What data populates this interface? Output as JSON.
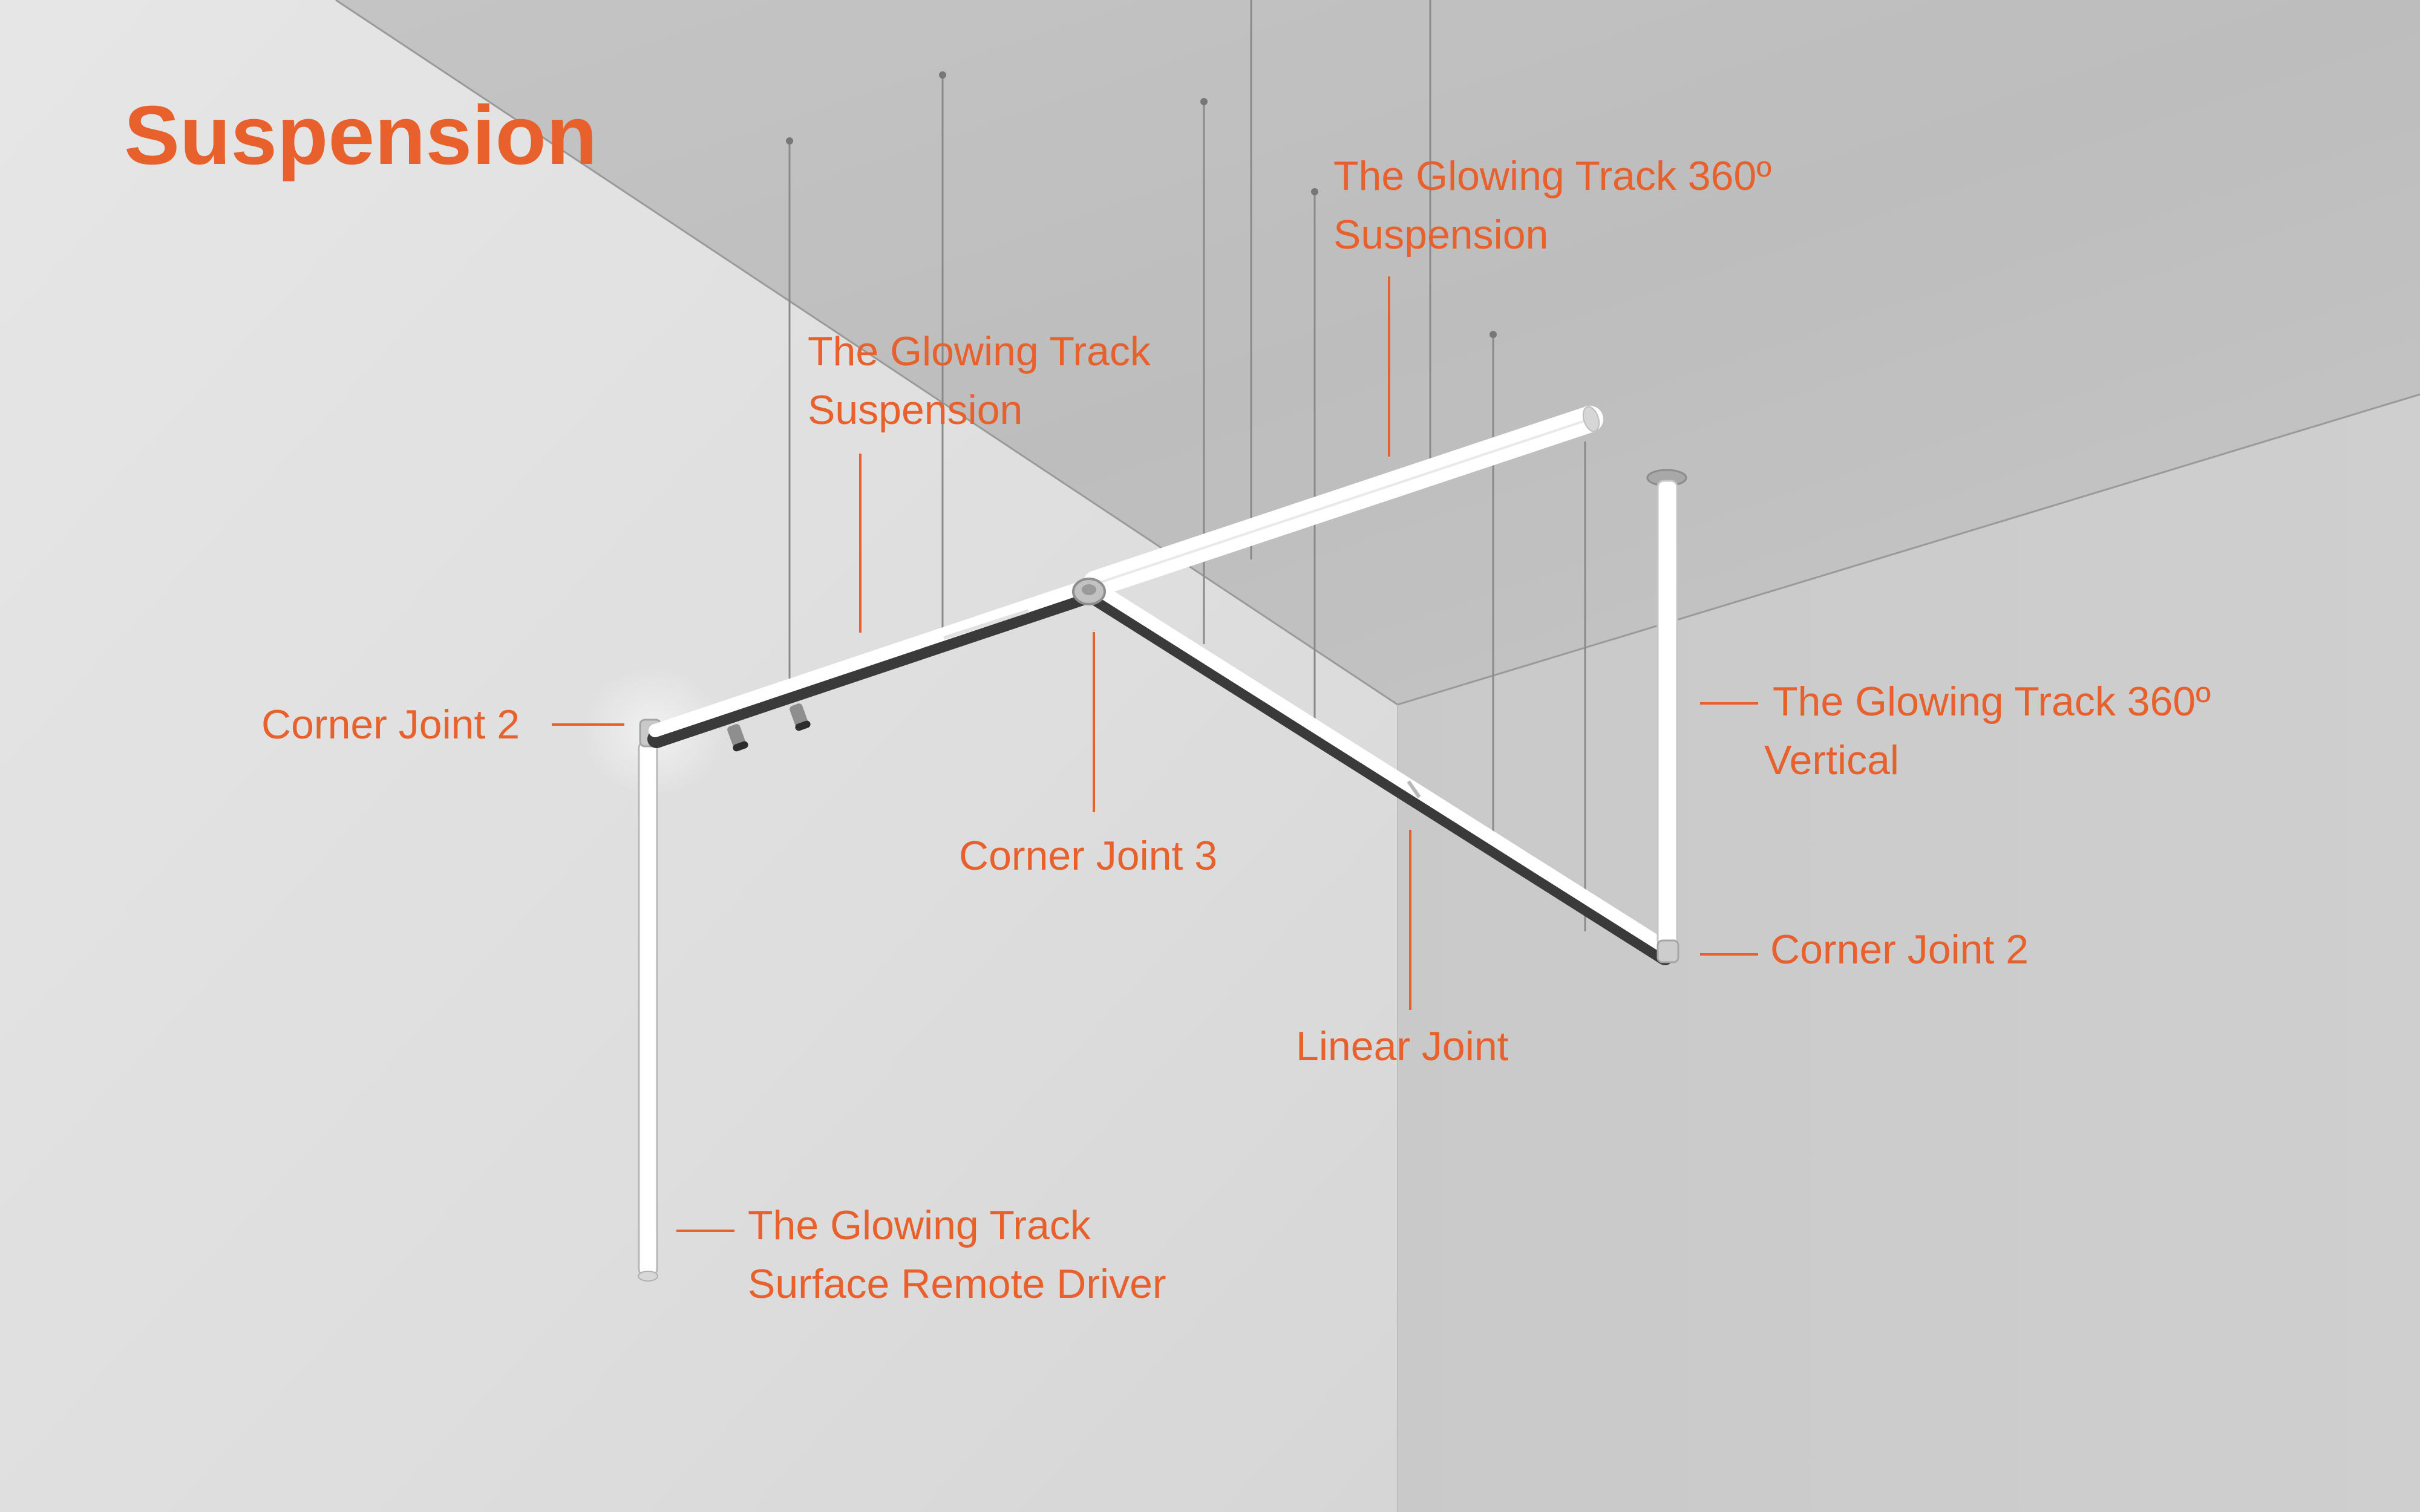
{
  "title": "Suspension",
  "accent_color": "#e8602c",
  "callouts": {
    "track_360_suspension": {
      "line1": "The Glowing Track 360º",
      "line2": "Suspension"
    },
    "track_suspension": {
      "line1": "The Glowing Track",
      "line2": "Suspension"
    },
    "corner_joint_2_left": {
      "text": "Corner Joint 2"
    },
    "corner_joint_3": {
      "text": "Corner Joint 3"
    },
    "track_360_vertical": {
      "line1": "The Glowing Track 360º",
      "line2": "Vertical"
    },
    "corner_joint_2_right": {
      "text": "Corner Joint 2"
    },
    "linear_joint": {
      "text": "Linear Joint"
    },
    "surface_remote_driver": {
      "line1": "The Glowing Track",
      "line2": "Surface Remote Driver"
    }
  }
}
